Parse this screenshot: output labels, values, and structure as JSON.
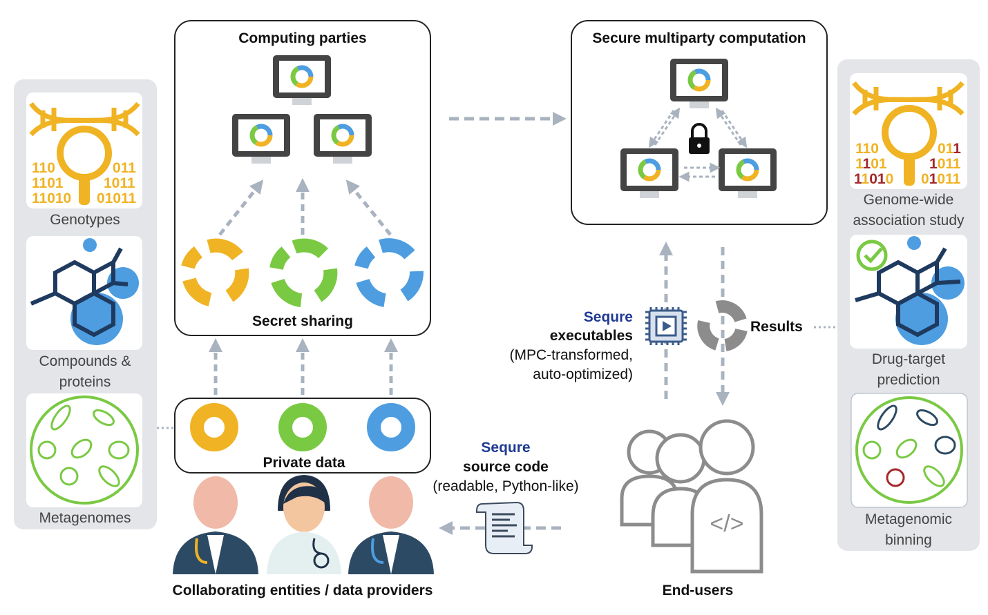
{
  "left_panel": {
    "items": [
      {
        "label": "Genotypes"
      },
      {
        "label_line1": "Compounds &",
        "label_line2": "proteins"
      },
      {
        "label": "Metagenomes"
      }
    ],
    "binary_rows_left": [
      "110",
      "1101",
      "11010"
    ],
    "binary_rows_right": [
      "011",
      "1011",
      "01011"
    ]
  },
  "computing_parties": {
    "title": "Computing parties",
    "subtitle": "Secret sharing"
  },
  "private_data": {
    "title": "Private data"
  },
  "data_providers": {
    "caption": "Collaborating entities / data providers"
  },
  "mpc": {
    "title": "Secure multiparty computation"
  },
  "executables": {
    "line1": "Sequre",
    "line2": "executables",
    "line3": "(MPC-transformed,",
    "line4": "auto-optimized)"
  },
  "results": {
    "label": "Results"
  },
  "source_code": {
    "line1": "Sequre",
    "line2": "source code",
    "line3": "(readable, Python-like)"
  },
  "end_users": {
    "caption": "End-users",
    "code_glyph": "</>"
  },
  "right_panel": {
    "items": [
      {
        "label_line1": "Genome-wide",
        "label_line2": "association study"
      },
      {
        "label_line1": "Drug-target",
        "label_line2": "prediction"
      },
      {
        "label_line1": "Metagenomic",
        "label_line2": "binning"
      }
    ]
  },
  "colors": {
    "yellow": "#f0b323",
    "green": "#7ac943",
    "blue": "#4d9de0",
    "dark_red": "#a3272b",
    "navy": "#1f3a93",
    "panel_gray": "#e3e5e8",
    "arrow_gray": "#a9b3bf"
  }
}
